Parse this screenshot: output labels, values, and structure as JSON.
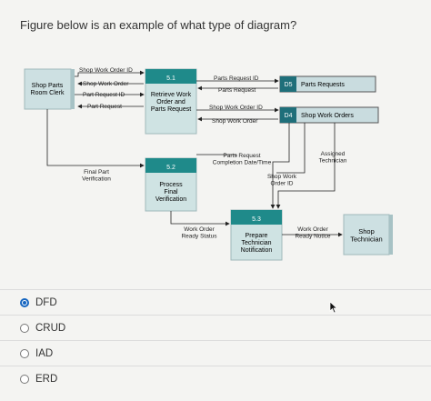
{
  "question": "Figure below is an example of what type of diagram?",
  "diagram": {
    "entities": {
      "clerk": "Shop Parts\nRoom Clerk",
      "technician": "Shop\nTechnician"
    },
    "processes": {
      "p1": {
        "id": "5.1",
        "label": "Retrieve Work\nOrder and\nParts Request"
      },
      "p2": {
        "id": "5.2",
        "label": "Process\nFinal\nVerification"
      },
      "p3": {
        "id": "5.3",
        "label": "Prepare\nTechnician\nNotification"
      }
    },
    "stores": {
      "d5": {
        "id": "D5",
        "label": "Parts Requests"
      },
      "d4": {
        "id": "D4",
        "label": "Shop Work Orders"
      }
    },
    "flows": {
      "shop_work_order_id_1": "Shop Work Order ID",
      "shop_work_order_1": "Shop Work Order",
      "part_request_id": "Part Request ID",
      "part_request": "Part Request",
      "parts_request_id": "Parts Request ID",
      "parts_request": "Parts Request",
      "shop_work_order_id_2": "Shop Work Order ID",
      "shop_work_order_2": "Shop Work Order",
      "parts_request_completion": "Parts Request\nCompletion Date/Time",
      "assigned_technician": "Assigned\nTechnician",
      "shop_work_order_id_3": "Shop Work\nOrder ID",
      "final_part_verification": "Final Part\nVerification",
      "work_order_ready_status": "Work Order\nReady Status",
      "work_order_ready_notice": "Work Order\nReady Notice"
    }
  },
  "options": [
    {
      "label": "DFD",
      "selected": true
    },
    {
      "label": "CRUD",
      "selected": false
    },
    {
      "label": "IAD",
      "selected": false
    },
    {
      "label": "ERD",
      "selected": false
    }
  ],
  "colors": {
    "process_header": "#1f8a8a",
    "process_body": "#cfe3e3",
    "store": "#c9dcdf",
    "entity": "#cde0e2",
    "accent": "#1565c0"
  }
}
